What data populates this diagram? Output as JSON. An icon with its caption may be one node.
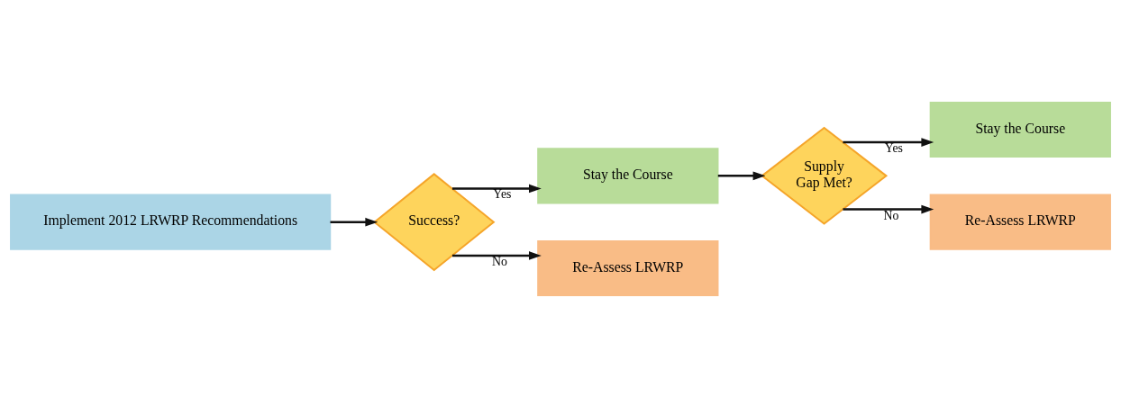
{
  "diagram": {
    "nodes": [
      {
        "text": [
          "Implement 2012 LRWRP Recommendations"
        ]
      },
      {
        "text": [
          "Success?"
        ]
      },
      {
        "text": [
          "Stay the Course"
        ]
      },
      {
        "text": [
          "Re-Assess LRWRP"
        ]
      },
      {
        "text": [
          "Supply Gap Met?"
        ]
      },
      {
        "text": [
          "Stay the Course"
        ]
      },
      {
        "text": [
          "Re-Assess LRWRP"
        ]
      }
    ],
    "edges": [
      {
        "from": 0,
        "to": 1,
        "arrow": "to"
      },
      {
        "from": 1,
        "to": 2,
        "arrow": "to",
        "label": "Yes"
      },
      {
        "from": 1,
        "to": 3,
        "arrow": "to",
        "label": "No"
      },
      {
        "from": 2,
        "to": 4,
        "arrow": "to"
      },
      {
        "from": 4,
        "to": 5,
        "arrow": "to",
        "label": "Yes"
      },
      {
        "from": 4,
        "to": 6,
        "arrow": "to",
        "label": "No"
      }
    ]
  }
}
